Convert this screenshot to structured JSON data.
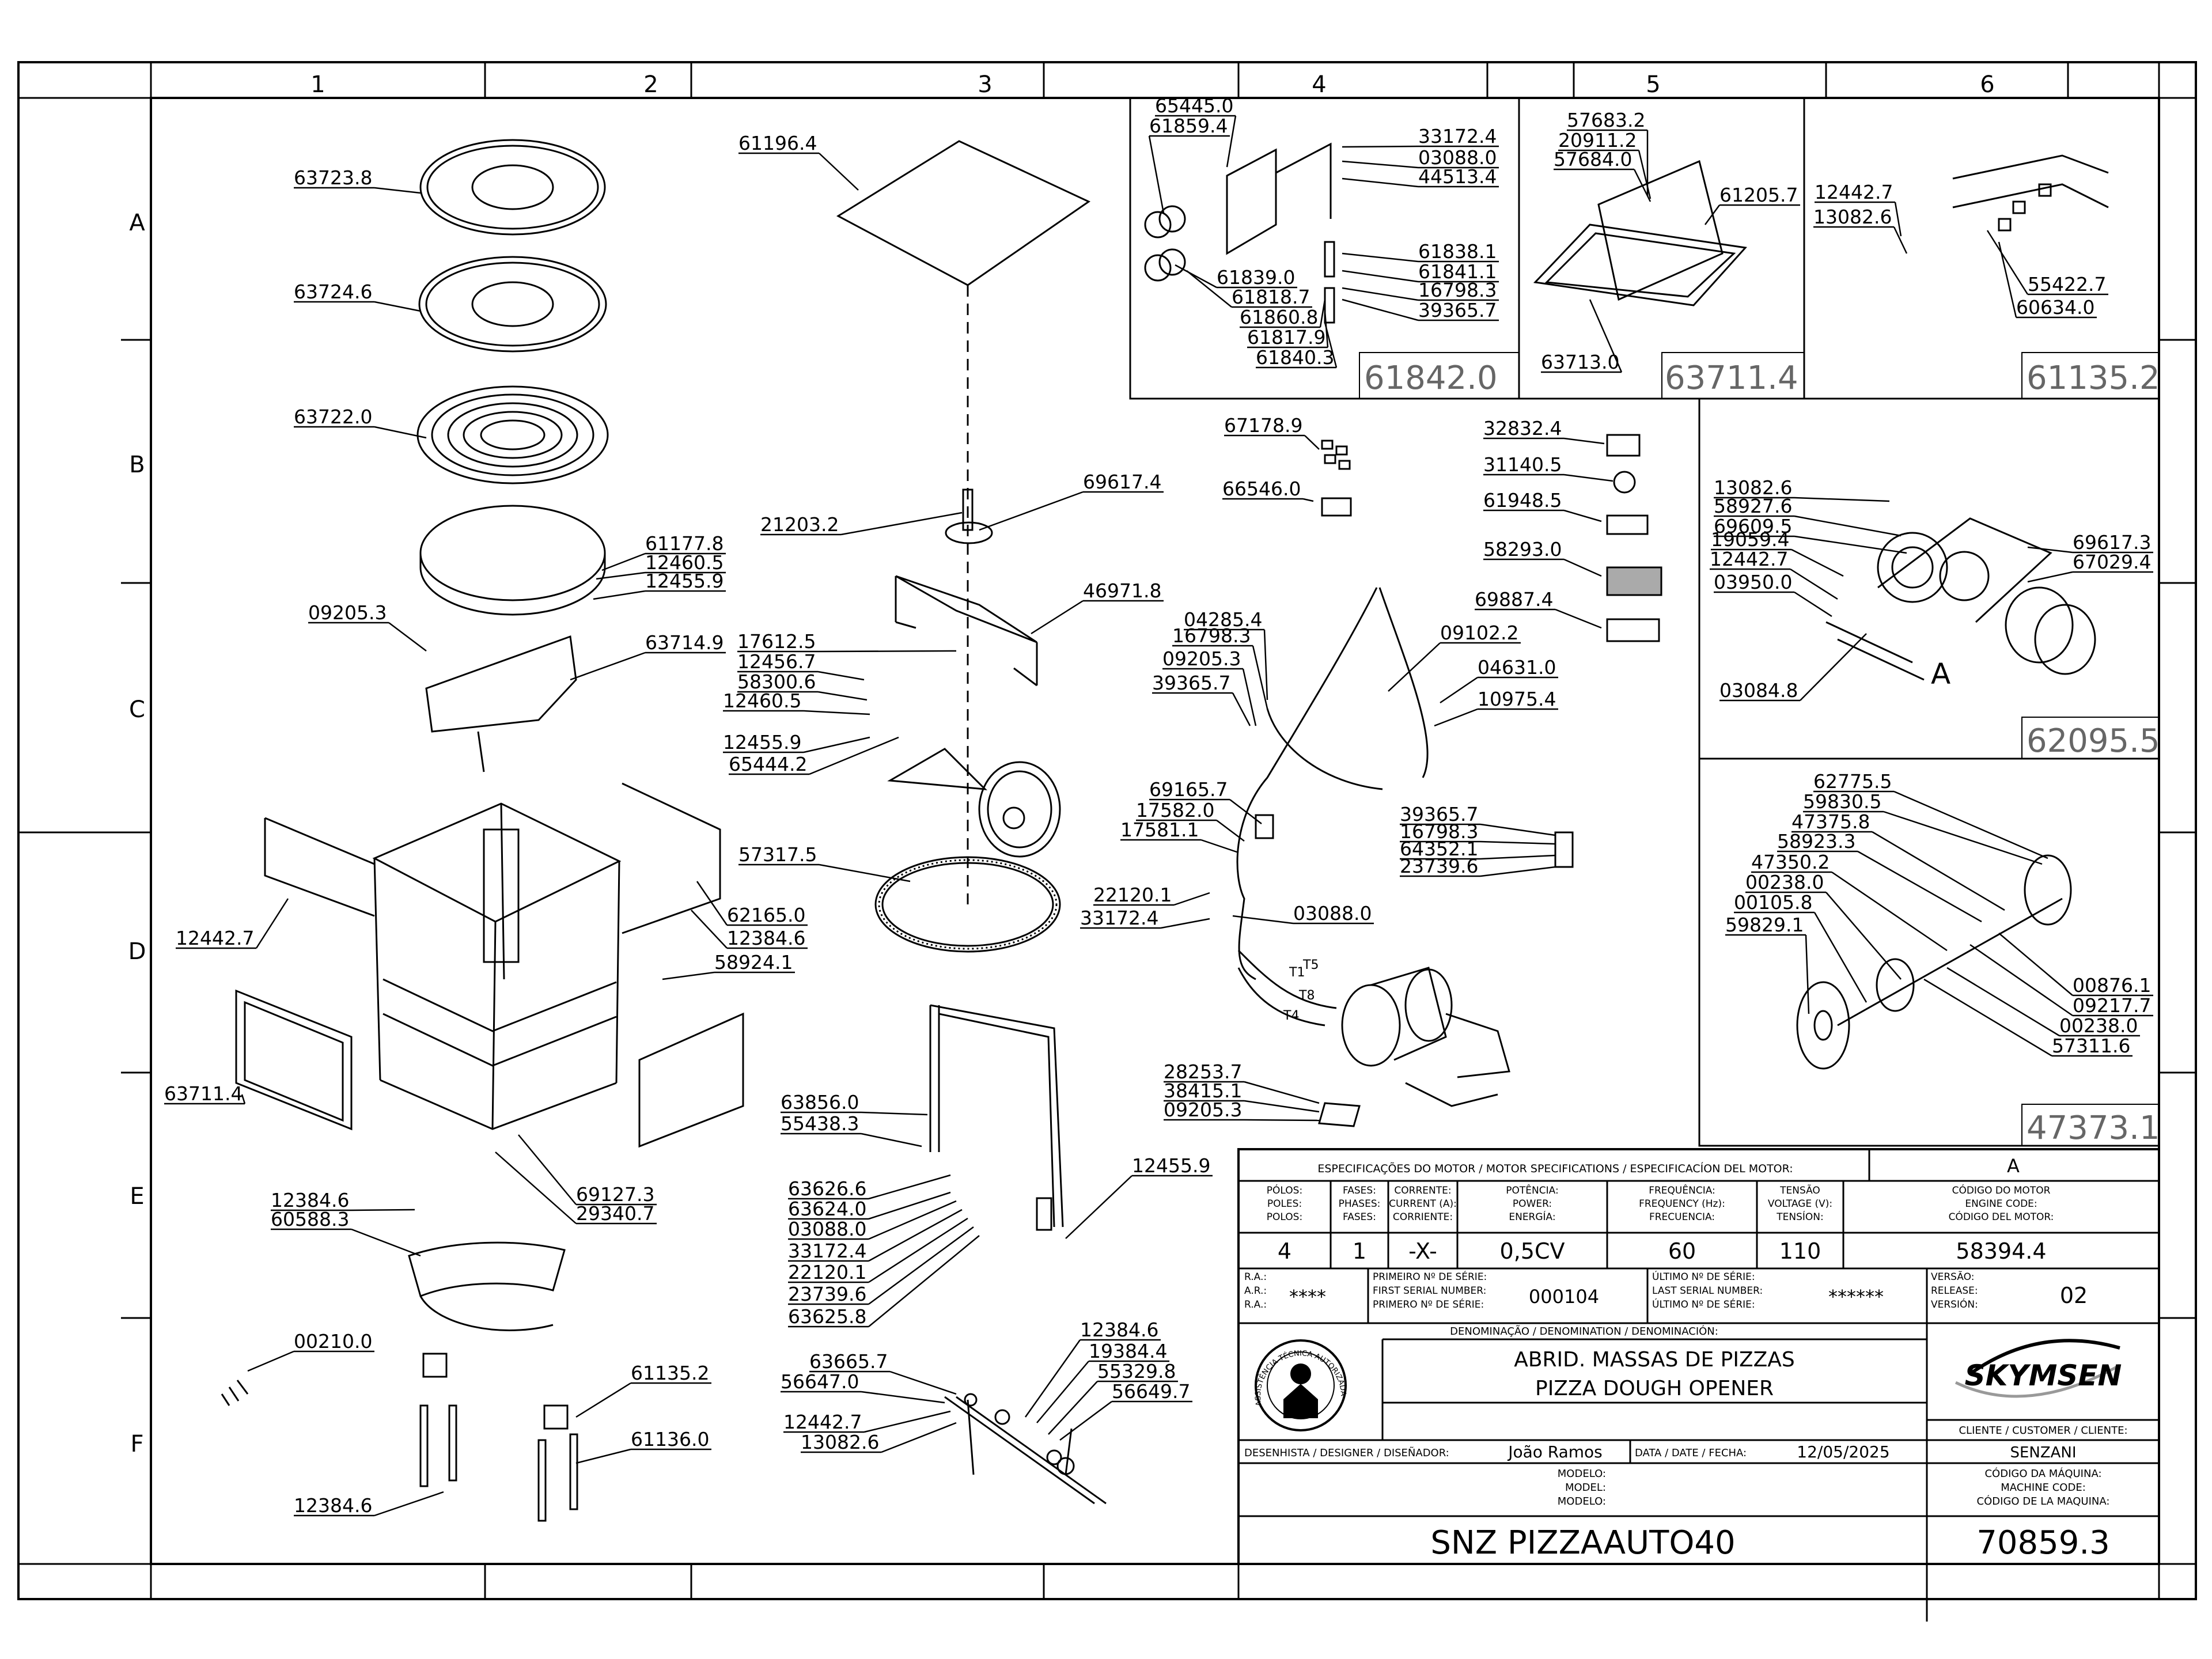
{
  "zones": {
    "columns": [
      "1",
      "2",
      "3",
      "4",
      "5",
      "6"
    ],
    "rows": [
      "A",
      "B",
      "C",
      "D",
      "E",
      "F"
    ]
  },
  "part_labels": [
    "63723.8",
    "63724.6",
    "63722.0",
    "61177.8",
    "12460.5",
    "12455.9",
    "09205.3",
    "63714.9",
    "12442.7",
    "62165.0",
    "12384.6",
    "58924.1",
    "63711.4",
    "69127.3",
    "29340.7",
    "12384.6",
    "60588.3",
    "00210.0",
    "61135.2",
    "61136.0",
    "12384.6",
    "61196.4",
    "21203.2",
    "69617.4",
    "46971.8",
    "17612.5",
    "12456.7",
    "58300.6",
    "12460.5",
    "12455.9",
    "65444.2",
    "57317.5",
    "63856.0",
    "55438.3",
    "12455.9",
    "63626.6",
    "63624.0",
    "03088.0",
    "33172.4",
    "22120.1",
    "23739.6",
    "63625.8",
    "63665.7",
    "56647.0",
    "12442.7",
    "13082.6",
    "12384.6",
    "19384.4",
    "55329.8",
    "56649.7",
    "67178.9",
    "66546.0",
    "32832.4",
    "31140.5",
    "61948.5",
    "58293.0",
    "69887.4",
    "04285.4",
    "16798.3",
    "09205.3",
    "39365.7",
    "09102.2",
    "04631.0",
    "10975.4",
    "69165.7",
    "17582.0",
    "17581.1",
    "22120.1",
    "33172.4",
    "03088.0",
    "39365.7",
    "16798.3",
    "64352.1",
    "23739.6",
    "28253.7",
    "38415.1",
    "09205.3"
  ],
  "detail_61842": {
    "box_number": "61842.0",
    "labels": [
      "65445.0",
      "61859.4",
      "33172.4",
      "03088.0",
      "44513.4",
      "61838.1",
      "61841.1",
      "16798.3",
      "39365.7",
      "61839.0",
      "61818.7",
      "61860.8",
      "61817.9",
      "61840.3"
    ]
  },
  "detail_63711": {
    "box_number": "63711.4",
    "labels": [
      "57683.2",
      "20911.2",
      "57684.0",
      "61205.7",
      "63713.0"
    ]
  },
  "detail_61135": {
    "box_number": "61135.2",
    "labels": [
      "12442.7",
      "13082.6",
      "55422.7",
      "60634.0"
    ]
  },
  "detail_62095": {
    "box_number": "62095.5",
    "view_letter": "A",
    "labels": [
      "13082.6",
      "58927.6",
      "69609.5",
      "19059.4",
      "12442.7",
      "03950.0",
      "03084.8",
      "69617.3",
      "67029.4"
    ]
  },
  "detail_47373": {
    "box_number": "47373.1",
    "labels": [
      "62775.5",
      "59830.5",
      "47375.8",
      "58923.3",
      "47350.2",
      "00238.0",
      "00105.8",
      "59829.1",
      "00876.1",
      "09217.7",
      "00238.0",
      "57311.6"
    ]
  },
  "motor_wire_labels": [
    "T5",
    "T8",
    "T1",
    "T4"
  ],
  "title_block": {
    "motor_header": "ESPECIFICAÇÕES DO MOTOR / MOTOR SPECIFICATIONS / ESPECIFICACÍON DEL MOTOR:",
    "view_letter": "A",
    "col_heads": [
      {
        "l1": "PÓLOS:",
        "l2": "POLES:",
        "l3": "POLOS:"
      },
      {
        "l1": "FASES:",
        "l2": "PHASES:",
        "l3": "FASES:"
      },
      {
        "l1": "CORRENTE:",
        "l2": "CURRENT (A):",
        "l3": "CORRIENTE:"
      },
      {
        "l1": "POTÊNCIA:",
        "l2": "POWER:",
        "l3": "ENERGÍA:"
      },
      {
        "l1": "FREQUÊNCIA:",
        "l2": "FREQUENCY (Hz):",
        "l3": "FRECUENCIA:"
      },
      {
        "l1": "TENSÃO",
        "l2": "VOLTAGE (V):",
        "l3": "TENSÍON:"
      },
      {
        "l1": "CÓDIGO DO MOTOR",
        "l2": "ENGINE CODE:",
        "l3": "CÓDIGO DEL MOTOR:"
      }
    ],
    "motor_values": [
      "4",
      "1",
      "-X-",
      "0,5CV",
      "60",
      "110",
      "58394.4"
    ],
    "ra_labels": [
      "R.A.:",
      "A.R.:",
      "R.A.:"
    ],
    "ra_value": "****",
    "first_serial_labels": [
      "PRIMEIRO Nº DE SÉRIE:",
      "FIRST SERIAL NUMBER:",
      "PRIMERO Nº DE SÉRIE:"
    ],
    "first_serial": "000104",
    "last_serial_labels": [
      "ÚLTIMO Nº DE SÉRIE:",
      "LAST SERIAL NUMBER:",
      "ÚLTIMO Nº DE SÉRIE:"
    ],
    "last_serial": "******",
    "version_labels": [
      "VERSÃO:",
      "RELEASE:",
      "VERSIÓN:"
    ],
    "version": "02",
    "denomination_label": "DENOMINAÇÃO / DENOMINATION / DENOMINACIÓN:",
    "denomination_pt": "ABRID. MASSAS DE PIZZAS",
    "denomination_en": "PIZZA DOUGH OPENER",
    "brand": "SKYMSEN",
    "client_label": "CLIENTE / CUSTOMER / CLIENTE:",
    "client": "SENZANI",
    "designer_label": "DESENHISTA / DESIGNER / DISEÑADOR:",
    "designer": "João Ramos",
    "date_label": "DATA / DATE / FECHA:",
    "date": "12/05/2025",
    "model_labels": [
      "MODELO:",
      "MODEL:",
      "MODELO:"
    ],
    "machine_code_labels": [
      "CÓDIGO DA MÁQUINA:",
      "MACHINE CODE:",
      "CÓDIGO DE LA MAQUINA:"
    ],
    "model": "SNZ PIZZAAUTO40",
    "machine_code": "70859.3",
    "seal_text": "ASSISTÊNCIA TÉCNICA AUTORIZADA"
  }
}
